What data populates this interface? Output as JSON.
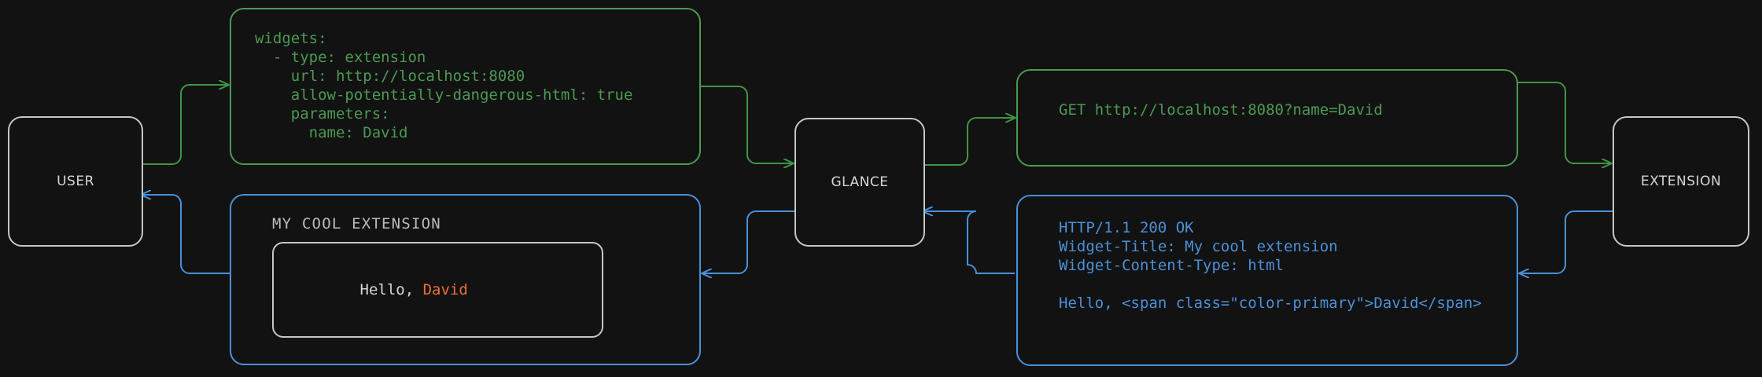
{
  "theme": {
    "background": "#121212",
    "node_border": "#c4c7c5",
    "request_color": "#4a9a52",
    "response_color": "#4a90d9",
    "accent_color": "#e8703a",
    "text_color": "#d4d7d4"
  },
  "nodes": {
    "user": {
      "label": "USER"
    },
    "glance": {
      "label": "GLANCE"
    },
    "extension": {
      "label": "EXTENSION"
    }
  },
  "messages": {
    "config_yaml": {
      "kind": "request",
      "lines": [
        "widgets:",
        "  - type: extension",
        "    url: http://localhost:8080",
        "    allow-potentially-dangerous-html: true",
        "    parameters:",
        "      name: David"
      ]
    },
    "http_request": {
      "kind": "request",
      "lines": [
        "GET http://localhost:8080?name=David"
      ]
    },
    "http_response": {
      "kind": "response",
      "lines": [
        "HTTP/1.1 200 OK",
        "Widget-Title: My cool extension",
        "Widget-Content-Type: html",
        "",
        "Hello, <span class=\"color-primary\">David</span>"
      ]
    },
    "rendered_widget": {
      "kind": "response",
      "title": "MY COOL EXTENSION",
      "body_prefix": "Hello, ",
      "body_accent": "David"
    }
  },
  "edges": [
    {
      "name": "user-to-config",
      "kind": "request",
      "from": "user",
      "to": "config_yaml"
    },
    {
      "name": "config-to-glance",
      "kind": "request",
      "from": "config_yaml",
      "to": "glance"
    },
    {
      "name": "glance-to-request",
      "kind": "request",
      "from": "glance",
      "to": "http_request"
    },
    {
      "name": "request-to-extension",
      "kind": "request",
      "from": "http_request",
      "to": "extension"
    },
    {
      "name": "extension-to-response",
      "kind": "response",
      "from": "extension",
      "to": "http_response"
    },
    {
      "name": "response-to-glance",
      "kind": "response",
      "from": "http_response",
      "to": "glance"
    },
    {
      "name": "glance-to-widget",
      "kind": "response",
      "from": "glance",
      "to": "rendered_widget"
    },
    {
      "name": "widget-to-user",
      "kind": "response",
      "from": "rendered_widget",
      "to": "user"
    }
  ]
}
